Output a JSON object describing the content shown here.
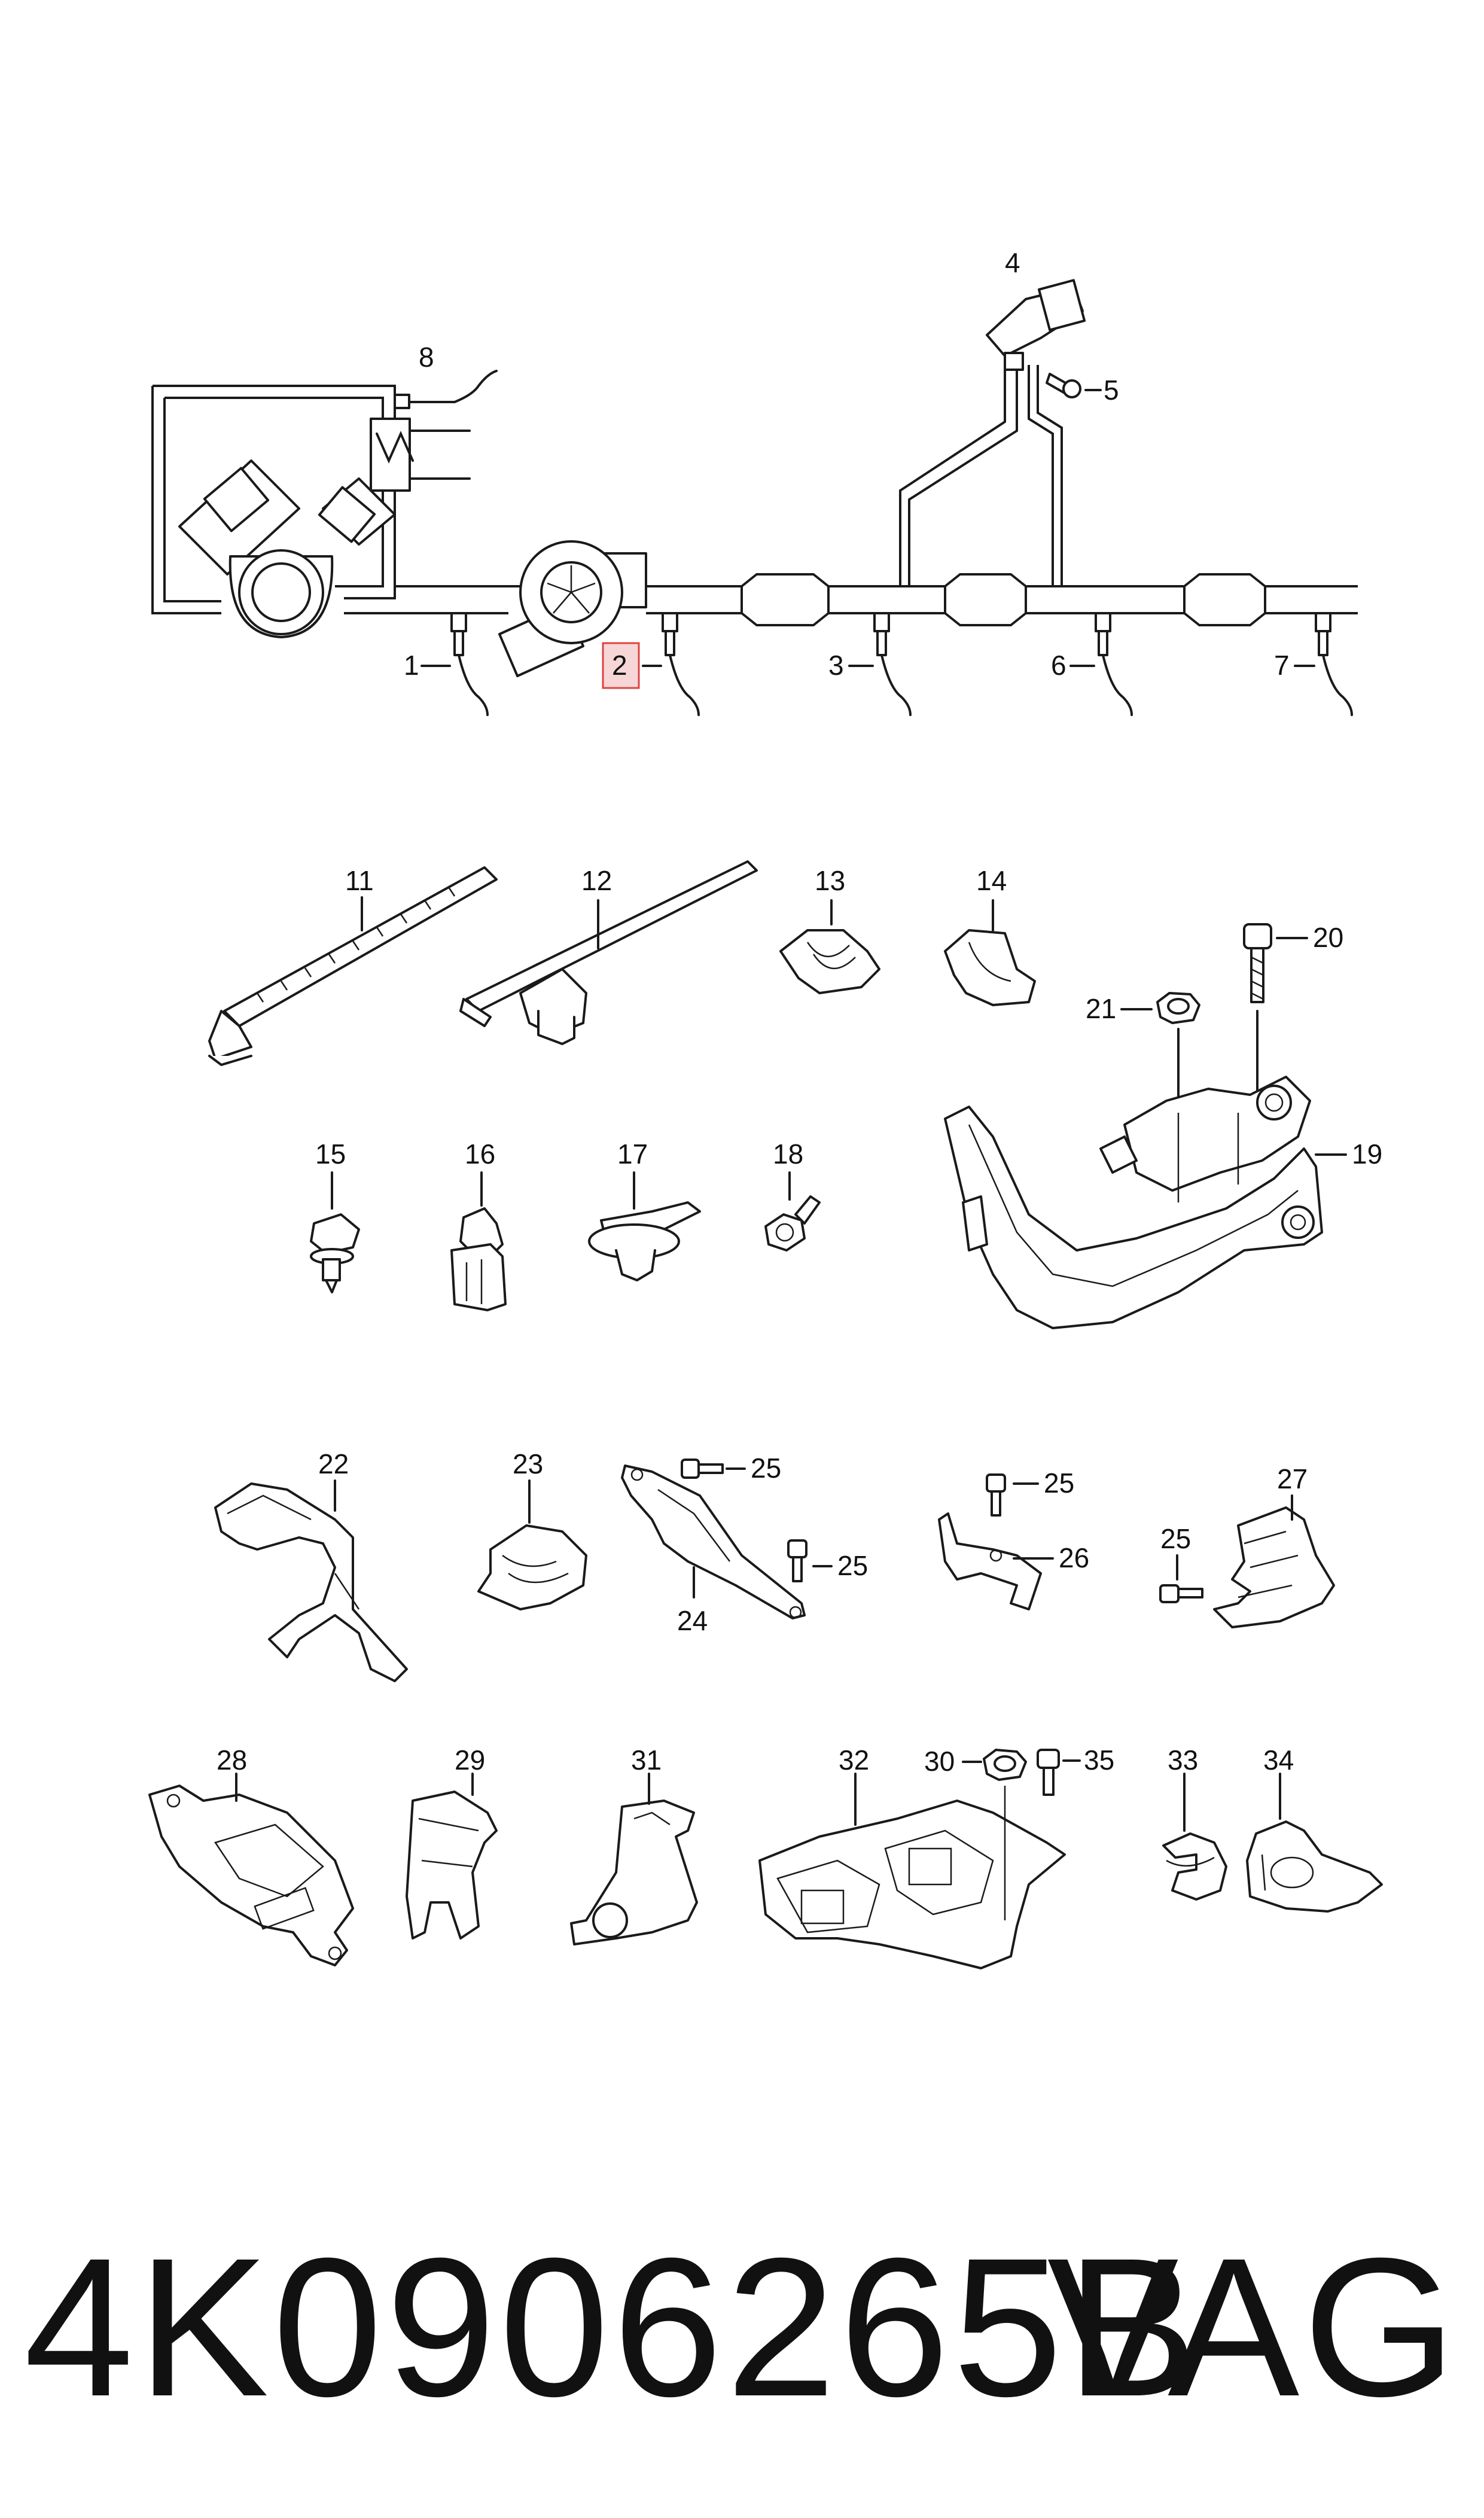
{
  "labels": {
    "p1": "1",
    "p2": "2",
    "p3": "3",
    "p4": "4",
    "p5": "5",
    "p6": "6",
    "p7": "7",
    "p8": "8",
    "p11": "11",
    "p12": "12",
    "p13": "13",
    "p14": "14",
    "p15": "15",
    "p16": "16",
    "p17": "17",
    "p18": "18",
    "p19": "19",
    "p20": "20",
    "p21": "21",
    "p22": "22",
    "p23": "23",
    "p24": "24",
    "p25": "25",
    "p26": "26",
    "p27": "27",
    "p28": "28",
    "p29": "29",
    "p30": "30",
    "p31": "31",
    "p32": "32",
    "p33": "33",
    "p34": "34",
    "p35": "35"
  },
  "highlight_color": "#f6d6d6",
  "footer": {
    "part_number": "4K0906265B",
    "brand": "VAG"
  }
}
